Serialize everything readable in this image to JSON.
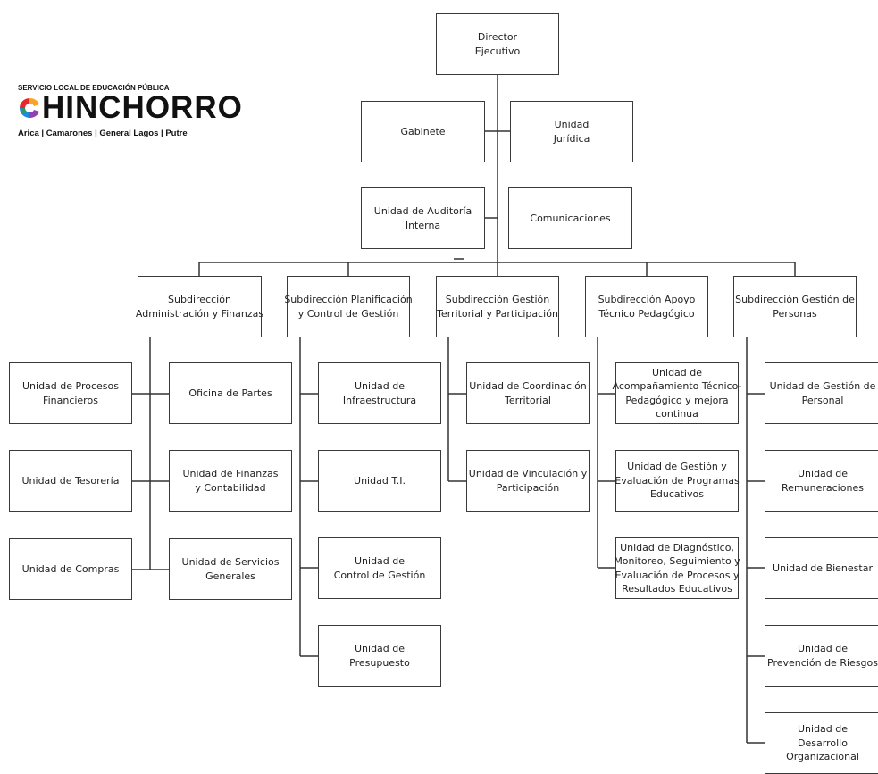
{
  "logo": {
    "tagline": "SERVICIO LOCAL DE EDUCACIÓN PÚBLICA",
    "wordmark": "HINCHORRO",
    "icon": "multicolor-c-letter-icon",
    "subtitle": "Arica | Camarones | General Lagos | Putre",
    "colors": [
      "#e8262d",
      "#f5a623",
      "#2e9d4f",
      "#1e88e5",
      "#8e44ad"
    ]
  },
  "boxes": {
    "director": [
      "Director",
      "Ejecutivo"
    ],
    "gabinete": [
      "Gabinete"
    ],
    "juridica": [
      "Unidad",
      "Jurídica"
    ],
    "auditoria": [
      "Unidad de Auditoría",
      "Interna"
    ],
    "comunicaciones": [
      "Comunicaciones"
    ],
    "sub_admin": [
      "Subdirección",
      "Administración y Finanzas"
    ],
    "sub_planif": [
      "Subdirección Planificación",
      "y Control de Gestión"
    ],
    "sub_territorial": [
      "Subdirección Gestión",
      "Territorial y Participación"
    ],
    "sub_apoyo": [
      "Subdirección Apoyo",
      "Técnico Pedagógico"
    ],
    "sub_personas": [
      "Subdirección Gestión de",
      "Personas"
    ],
    "procesos_fin": [
      "Unidad de Procesos",
      "Financieros"
    ],
    "tesoreria": [
      "Unidad de Tesorería"
    ],
    "compras": [
      "Unidad de Compras"
    ],
    "oficina_partes": [
      "Oficina de Partes"
    ],
    "finanzas_cont": [
      "Unidad de Finanzas",
      "y Contabilidad"
    ],
    "servicios_gen": [
      "Unidad de Servicios",
      "Generales"
    ],
    "infraestructura": [
      "Unidad de",
      "Infraestructura"
    ],
    "ti": [
      "Unidad T.I."
    ],
    "control_gestion": [
      "Unidad de",
      "Control de Gestión"
    ],
    "presupuesto": [
      "Unidad de",
      "Presupuesto"
    ],
    "coord_territorial": [
      "Unidad de Coordinación",
      "Territorial"
    ],
    "vinculacion": [
      "Unidad de Vinculación y",
      "Participación"
    ],
    "acompanamiento": [
      "Unidad de",
      "Acompañamiento Técnico-",
      "Pedagógico y mejora",
      "continua"
    ],
    "evaluacion_prog": [
      "Unidad de Gestión y",
      "Evaluación de Programas",
      "Educativos"
    ],
    "diagnostico": [
      "Unidad de Diagnóstico,",
      "Monitoreo, Seguimiento y",
      "Evaluación de Procesos y",
      "Resultados Educativos"
    ],
    "gestion_personal": [
      "Unidad de Gestión de",
      "Personal"
    ],
    "remuneraciones": [
      "Unidad de",
      "Remuneraciones"
    ],
    "bienestar": [
      "Unidad de Bienestar"
    ],
    "prevencion": [
      "Unidad de",
      "Prevención de Riesgos"
    ],
    "desarrollo_org": [
      "Unidad de",
      "Desarrollo",
      "Organizacional"
    ]
  }
}
